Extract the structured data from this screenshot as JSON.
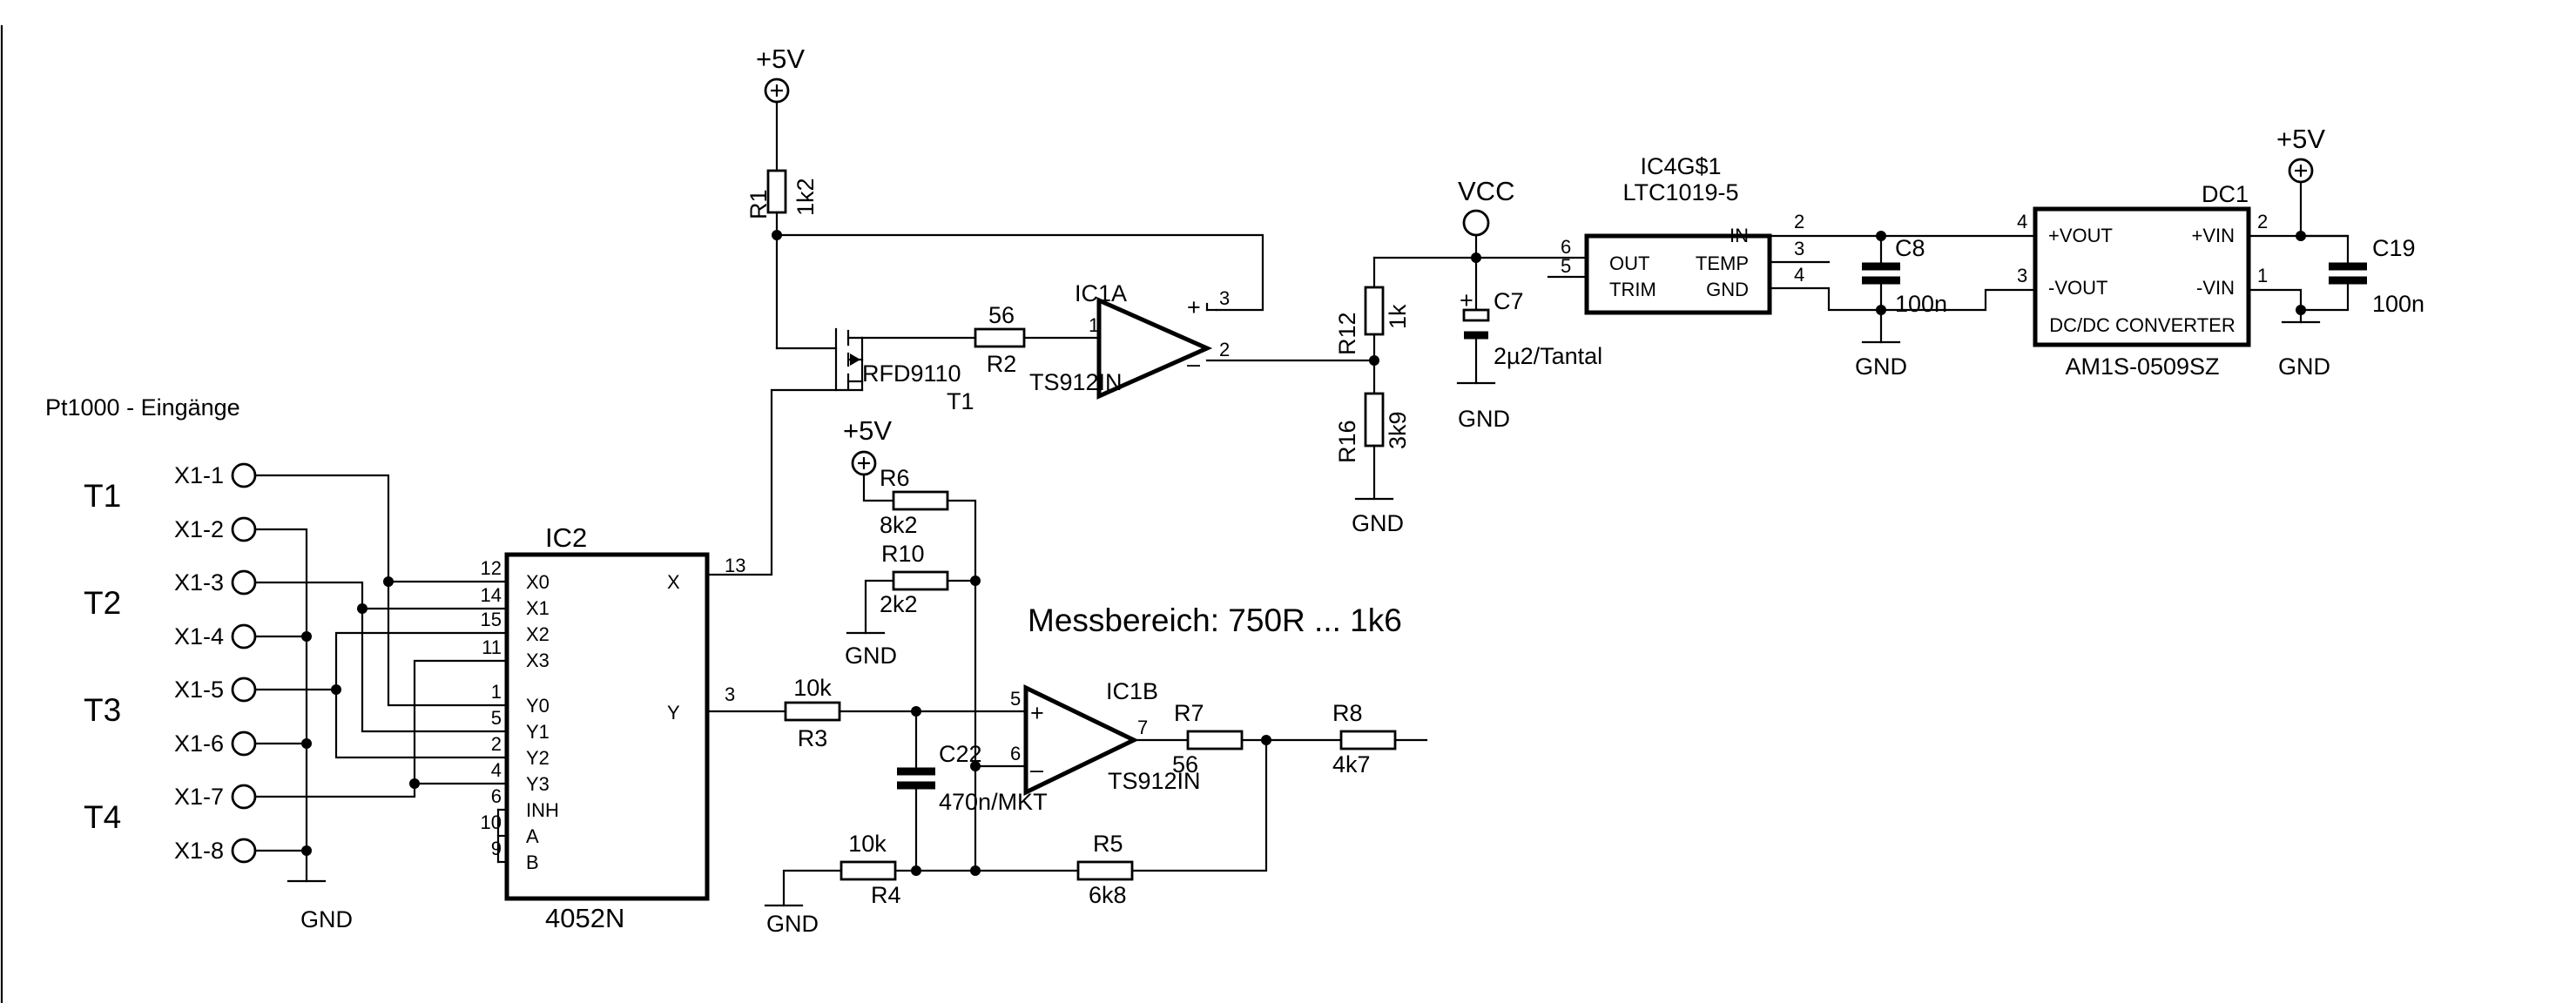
{
  "title": "Pt1000 - Eingänge",
  "range_note": "Messbereich: 750R ... 1k6",
  "channels": [
    "T1",
    "T2",
    "T3",
    "T4"
  ],
  "connectors": [
    "X1-1",
    "X1-2",
    "X1-3",
    "X1-4",
    "X1-5",
    "X1-6",
    "X1-7",
    "X1-8"
  ],
  "nets": {
    "vcc": "VCC",
    "p5v": "+5V",
    "gnd": "GND"
  },
  "mux": {
    "name": "IC2",
    "value": "4052N",
    "pins_left": [
      "X0",
      "X1",
      "X2",
      "X3",
      "Y0",
      "Y1",
      "Y2",
      "Y3",
      "INH",
      "A",
      "B"
    ],
    "pin_numbers_left": [
      "12",
      "14",
      "15",
      "11",
      "1",
      "5",
      "2",
      "4",
      "6",
      "10",
      "9"
    ],
    "pins_right": [
      "X",
      "Y"
    ],
    "pin_numbers_right": [
      "13",
      "3"
    ]
  },
  "opamps": [
    {
      "name": "IC1A",
      "value": "TS912IN",
      "pin_plus": "3",
      "pin_minus": "2",
      "pin_out": "1"
    },
    {
      "name": "IC1B",
      "value": "TS912IN",
      "pin_plus": "5",
      "pin_minus": "6",
      "pin_out": "7"
    }
  ],
  "transistor": {
    "name": "T1",
    "value": "RFD9110"
  },
  "resistors": [
    {
      "name": "R1",
      "value": "1k2"
    },
    {
      "name": "R2",
      "value": "56"
    },
    {
      "name": "R3",
      "value": "10k"
    },
    {
      "name": "R4",
      "value": "10k"
    },
    {
      "name": "R5",
      "value": "6k8"
    },
    {
      "name": "R6",
      "value": "8k2"
    },
    {
      "name": "R7",
      "value": "56"
    },
    {
      "name": "R8",
      "value": "4k7"
    },
    {
      "name": "R10",
      "value": "2k2"
    },
    {
      "name": "R12",
      "value": "1k"
    },
    {
      "name": "R16",
      "value": "3k9"
    }
  ],
  "capacitors": [
    {
      "name": "C7",
      "value": "2µ2/Tantal"
    },
    {
      "name": "C8",
      "value": "100n"
    },
    {
      "name": "C19",
      "value": "100n"
    },
    {
      "name": "C22",
      "value": "470n/MKT"
    }
  ],
  "reference": {
    "name": "IC4G$1",
    "value": "LTC1019-5",
    "pins_left": [
      "OUT",
      "TRIM"
    ],
    "pin_numbers_left": [
      "6",
      "5"
    ],
    "pins_right": [
      "IN",
      "TEMP",
      "GND"
    ],
    "pin_numbers_right": [
      "2",
      "3",
      "4"
    ]
  },
  "converter": {
    "name": "DC1",
    "value": "AM1S-0509SZ",
    "caption": "DC/DC CONVERTER",
    "pins_left": [
      "+VOUT",
      "-VOUT"
    ],
    "pin_numbers_left": [
      "4",
      "3"
    ],
    "pins_right": [
      "+VIN",
      "-VIN"
    ],
    "pin_numbers_right": [
      "2",
      "1"
    ]
  }
}
